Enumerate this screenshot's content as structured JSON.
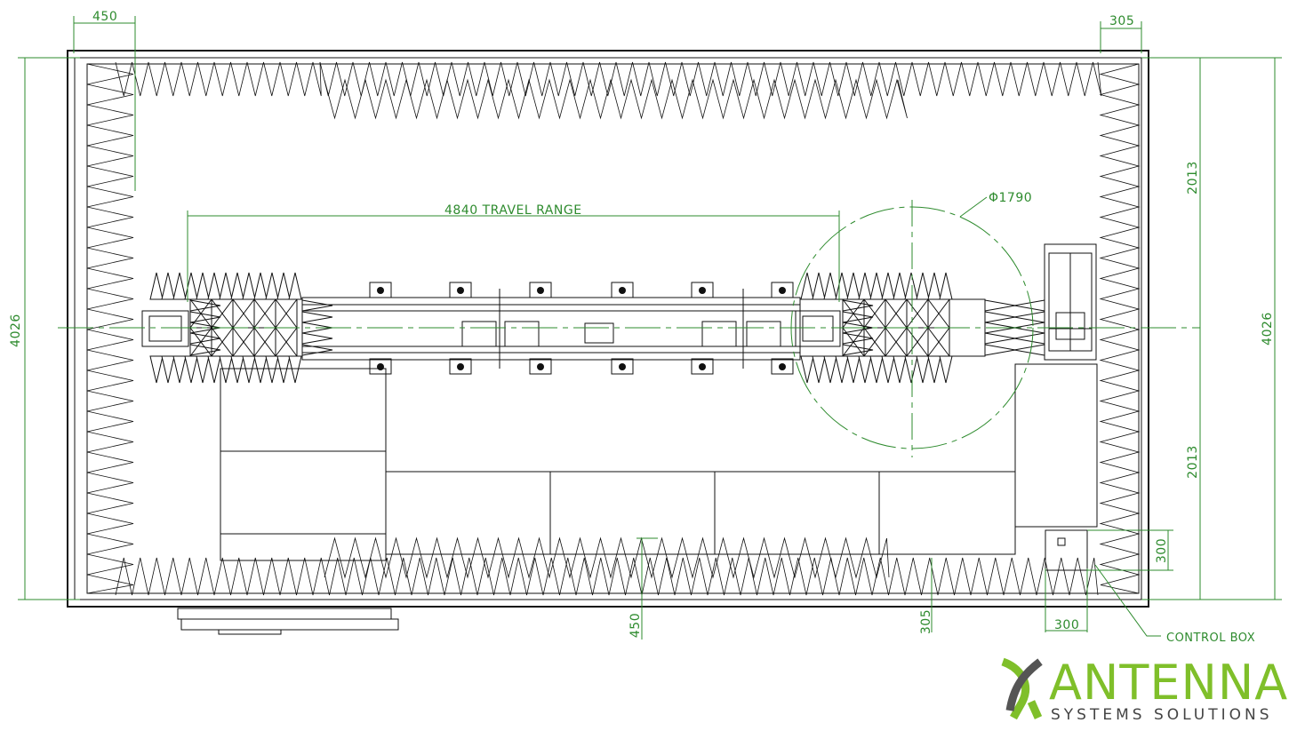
{
  "dimensions": {
    "top_left": "450",
    "top_right": "305",
    "left_height": "4026",
    "right_height": "4026",
    "right_upper": "2013",
    "right_lower": "2013",
    "travel_range": "4840 TRAVEL RANGE",
    "diameter": "Φ1790",
    "bottom_left": "450",
    "bottom_mid": "305",
    "box_width": "300",
    "box_height": "300"
  },
  "labels": {
    "control_box": "CONTROL BOX"
  },
  "logo": {
    "main": "ANTENNA",
    "sub": "SYSTEMS SOLUTIONS",
    "colors": {
      "green": "#7fbf2a",
      "gray": "#555555"
    }
  },
  "colors": {
    "dimension": "#2e8b2e",
    "outline": "#111111"
  }
}
